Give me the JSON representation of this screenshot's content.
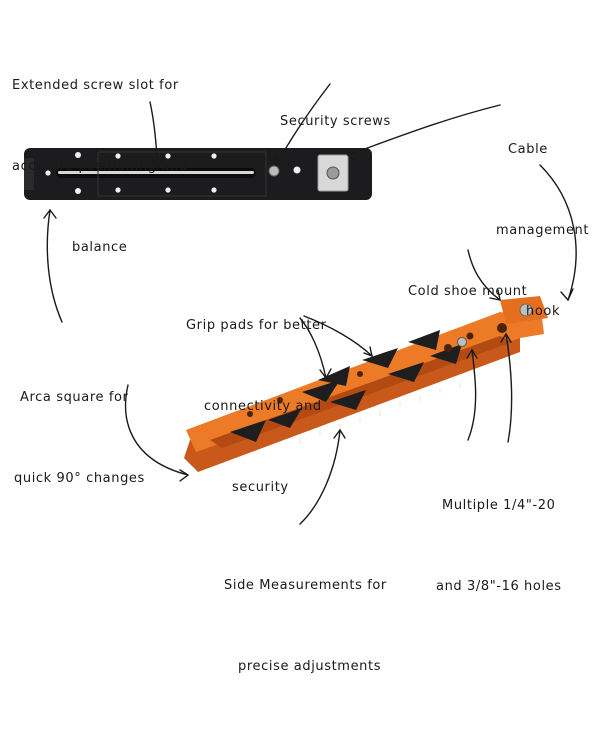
{
  "labels": {
    "extended_slot": [
      "Extended screw slot for",
      "accurate positioning and",
      "balance"
    ],
    "security_screws": [
      "Security screws"
    ],
    "cable_hook": [
      "Cable",
      "management",
      "hook"
    ],
    "cold_shoe": [
      "Cold shoe mount"
    ],
    "grip_pads": [
      "Grip pads for better",
      "connectivity and",
      "security"
    ],
    "arca_square": [
      "Arca square for",
      "quick 90° changes"
    ],
    "holes": [
      "Multiple 1/4\"-20",
      "and 3/8\"-16 holes"
    ],
    "side_measurements": [
      "Side Measurements for",
      "precise adjustments"
    ]
  },
  "colors": {
    "black_plate": "#1c1c1e",
    "orange_plate": "#e8701e",
    "grip_pad": "#1e1e1e",
    "ink": "#1a1a1a"
  }
}
